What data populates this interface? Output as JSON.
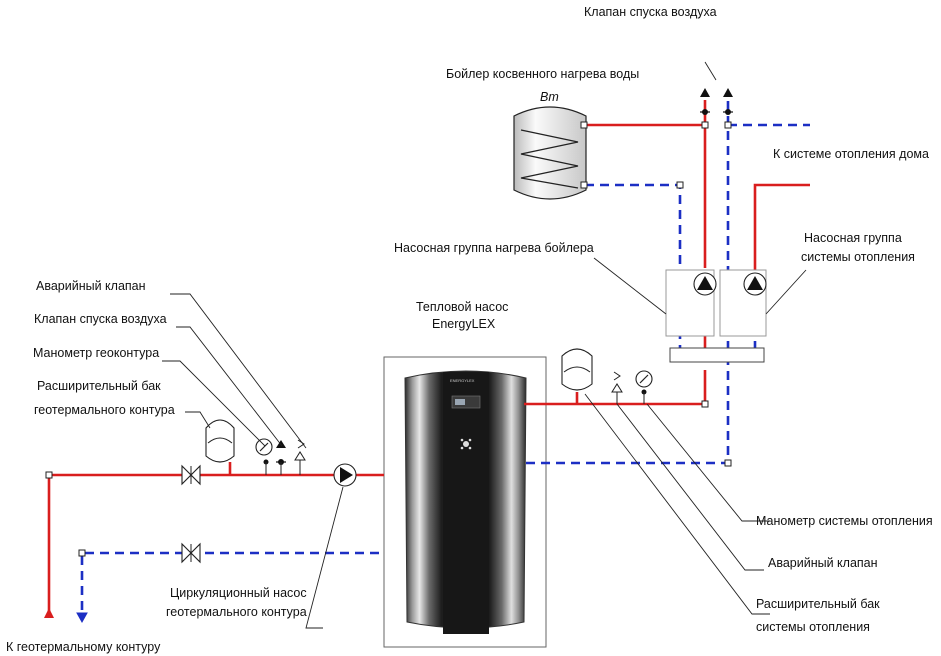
{
  "labels": {
    "air_valve_top": "Клапан спуска воздуха",
    "boiler": "Бойлер косвенного нагрева воды",
    "boiler_code": "Bm",
    "to_heating": "К системе отопления дома",
    "pump_group_boiler": "Насосная группа нагрева бойлера",
    "pump_group_heating_1": "Насосная группа",
    "pump_group_heating_2": "системы отопления",
    "heat_pump_1": "Тепловой насос",
    "heat_pump_2": "EnergyLEX",
    "emergency_valve_left": "Аварийный клапан",
    "air_valve_left": "Клапан спуска воздуха",
    "manometer_geo": "Манометр геоконтура",
    "exp_tank_geo_1": "Расширительный бак",
    "exp_tank_geo_2": "геотермального контура",
    "circ_pump_1": "Циркуляционный насос",
    "circ_pump_2": "геотермального контура",
    "manometer_heating": "Манометр системы отопления",
    "emergency_valve_right": "Аварийный клапан",
    "exp_tank_heating_1": "Расширительный бак",
    "exp_tank_heating_2": "системы отопления",
    "to_geo_circuit": "К геотермальному контуру"
  },
  "colors": {
    "supply_line": "#d91e1e",
    "return_line": "#1c2fc4"
  }
}
